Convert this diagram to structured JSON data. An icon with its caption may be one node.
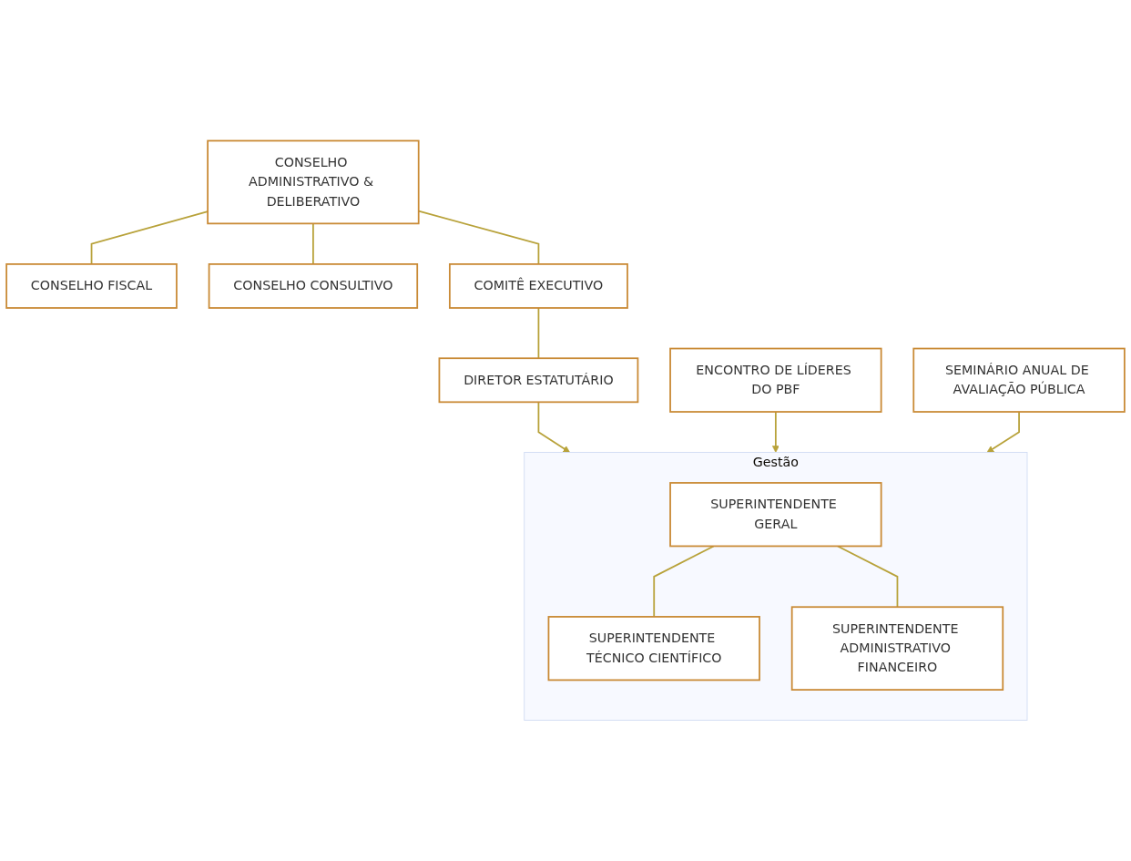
{
  "diagram": {
    "nodes": [
      {
        "text": [
          "CONSELHO ADMINISTRATIVO & DELIBERATIVO"
        ]
      },
      {
        "text": [
          "CONSELHO FISCAL"
        ]
      },
      {
        "text": [
          "CONSELHO CONSULTIVO"
        ]
      },
      {
        "text": [
          "COMITÊ EXECUTIVO"
        ]
      },
      {
        "text": [
          "DIRETOR ESTATUTÁRIO"
        ]
      },
      {
        "text": [
          "Gestão"
        ]
      },
      {
        "text": [
          "SUPERINTENDENTE GERAL"
        ],
        "in": 5
      },
      {
        "text": [
          "SUPERINTENDENTE TÉCNICO CIENTÍFICO"
        ],
        "in": 5
      },
      {
        "text": [
          "SUPERINTENDENTE ADMINISTRATIVO FINANCEIRO"
        ],
        "in": 5
      },
      {
        "text": [
          "ENCONTRO DE LÍDERES DO PBF"
        ]
      },
      {
        "text": [
          "SEMINÁRIO ANUAL DE AVALIAÇÃO PÚBLICA"
        ]
      }
    ],
    "edges": [
      {
        "from": 0,
        "to": 1,
        "arrow": "none"
      },
      {
        "from": 0,
        "to": 2,
        "arrow": "none"
      },
      {
        "from": 0,
        "to": 3,
        "arrow": "none"
      },
      {
        "from": 3,
        "to": 4,
        "arrow": "none"
      },
      {
        "from": 4,
        "to": 5,
        "arrow": "to"
      },
      {
        "from": 6,
        "to": 7,
        "arrow": "none"
      },
      {
        "from": 6,
        "to": 8,
        "arrow": "none"
      },
      {
        "from": 9,
        "to": 5,
        "arrow": "to"
      },
      {
        "from": 10,
        "to": 5,
        "arrow": "to"
      }
    ]
  }
}
